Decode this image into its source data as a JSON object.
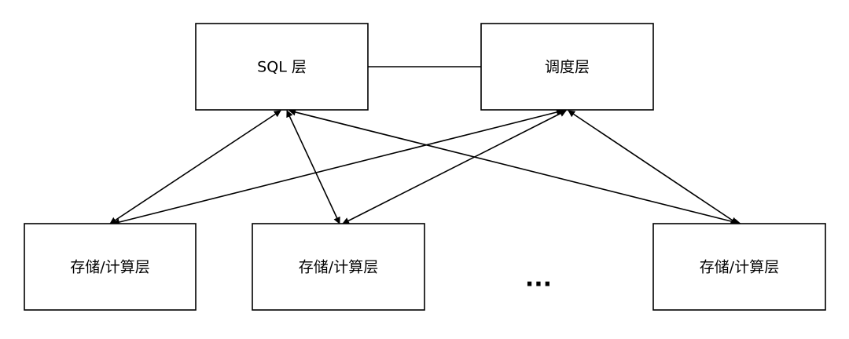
{
  "nodes": {
    "sql_layer": "SQL 层",
    "scheduler_layer": "调度层",
    "storage_1": "存储/计算层",
    "storage_2": "存储/计算层",
    "storage_3": "存储/计算层"
  },
  "ellipsis": "...",
  "colors": {
    "stroke": "#000000",
    "fill": "#ffffff"
  }
}
